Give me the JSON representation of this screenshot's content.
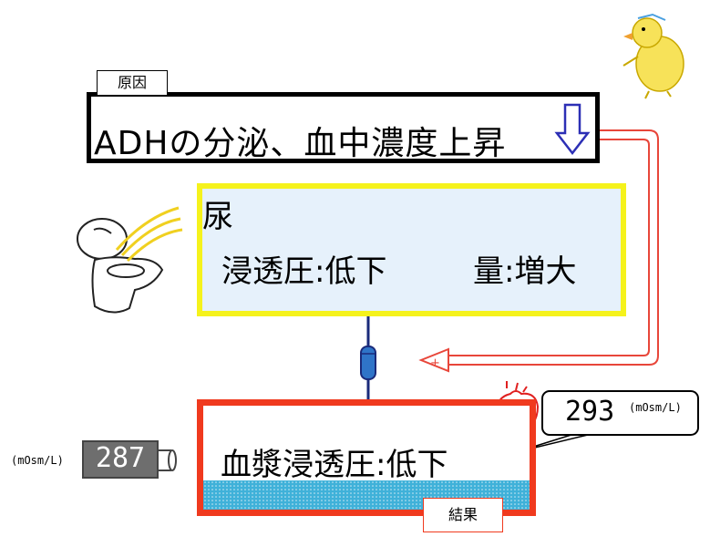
{
  "cause": {
    "tag": "原因",
    "text": "ADHの分泌、血中濃度上昇",
    "arrow_icon": "down-arrow-icon"
  },
  "urine": {
    "title": "尿",
    "osmolality": "浸透圧:低下",
    "volume": "量:増大"
  },
  "connector": {
    "sign": "+"
  },
  "feedback_arrow": {
    "sign": "+"
  },
  "result": {
    "tag": "結果",
    "text": "血漿浸透圧:低下"
  },
  "heart_callout": {
    "value": "293",
    "unit": "(mOsm/L)"
  },
  "meter": {
    "value": "287",
    "unit": "(mOsm/L)"
  },
  "colors": {
    "cause_border": "#000000",
    "urine_border": "#f5f21c",
    "urine_fill": "#e6f1fb",
    "result_border": "#f03a1e",
    "plasma_fill": "#3fb1d9",
    "arrow_blue": "#2c2fb5",
    "feedback_red": "#e8463a",
    "connector_navy": "#1a2a7a"
  }
}
